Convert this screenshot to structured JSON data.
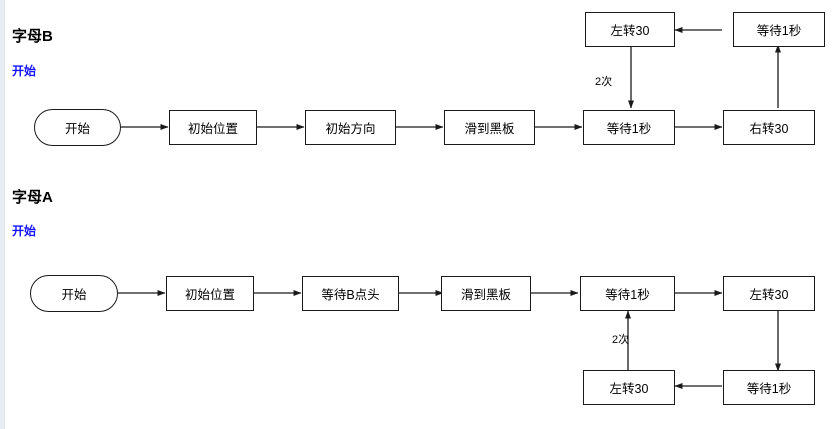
{
  "diagram": {
    "type": "flowchart",
    "sections": [
      {
        "title": "字母B",
        "start_label": "开始",
        "nodes": [
          {
            "id": "b-start",
            "label": "开始",
            "shape": "rounded"
          },
          {
            "id": "b-n1",
            "label": "初始位置",
            "shape": "rect"
          },
          {
            "id": "b-n2",
            "label": "初始方向",
            "shape": "rect"
          },
          {
            "id": "b-n3",
            "label": "滑到黑板",
            "shape": "rect"
          },
          {
            "id": "b-n4",
            "label": "等待1秒",
            "shape": "rect"
          },
          {
            "id": "b-n5",
            "label": "右转30",
            "shape": "rect"
          },
          {
            "id": "b-n6",
            "label": "等待1秒",
            "shape": "rect"
          },
          {
            "id": "b-n7",
            "label": "左转30",
            "shape": "rect"
          }
        ],
        "edge_labels": [
          {
            "id": "b-loop-count",
            "label": "2次"
          }
        ]
      },
      {
        "title": "字母A",
        "start_label": "开始",
        "nodes": [
          {
            "id": "a-start",
            "label": "开始",
            "shape": "rounded"
          },
          {
            "id": "a-n1",
            "label": "初始位置",
            "shape": "rect"
          },
          {
            "id": "a-n2",
            "label": "等待B点头",
            "shape": "rect"
          },
          {
            "id": "a-n3",
            "label": "滑到黑板",
            "shape": "rect"
          },
          {
            "id": "a-n4",
            "label": "等待1秒",
            "shape": "rect"
          },
          {
            "id": "a-n5",
            "label": "左转30",
            "shape": "rect"
          },
          {
            "id": "a-n6",
            "label": "等待1秒",
            "shape": "rect"
          },
          {
            "id": "a-n7",
            "label": "左转30",
            "shape": "rect"
          }
        ],
        "edge_labels": [
          {
            "id": "a-loop-count",
            "label": "2次"
          }
        ]
      }
    ],
    "colors": {
      "node_border": "#1a1a1a",
      "node_fill": "#ffffff",
      "start_label": "#1414ff",
      "rail": "#e9edf4"
    }
  }
}
